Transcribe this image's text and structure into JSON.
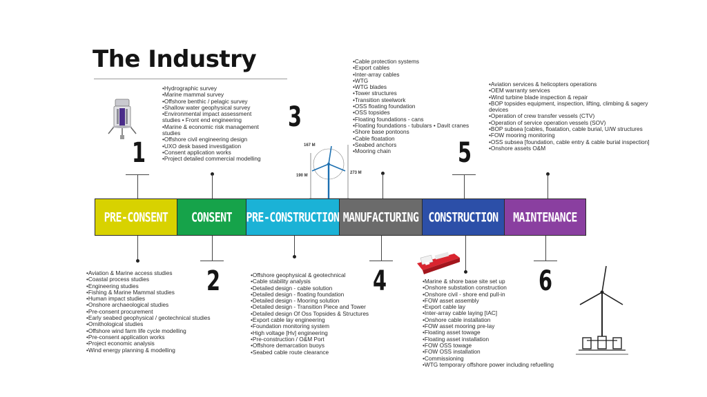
{
  "title": "The Industry",
  "colors": {
    "pre_consent": "#d8d200",
    "consent": "#16a34a",
    "pre_construction": "#1bb2d6",
    "manufacturing": "#6b6b6b",
    "construction": "#2c4fa8",
    "maintenance": "#8a3fa0"
  },
  "stages": [
    {
      "label": "PRE-CONSENT",
      "number": "1"
    },
    {
      "label": "CONSENT",
      "number": "2"
    },
    {
      "label": "PRE-CONSTRUCTION",
      "number": "3"
    },
    {
      "label": "MANUFACTURING",
      "number": "4"
    },
    {
      "label": "CONSTRUCTION",
      "number": "5"
    },
    {
      "label": "MAINTENANCE",
      "number": "6"
    }
  ],
  "turbine_dims": {
    "hub": "167 M",
    "tower": "190 M",
    "tip": "273 M"
  },
  "lists": {
    "consent": [
      "Hydrographic survey",
      "Marine mammal survey",
      "Offshore benthic / pelagic survey",
      "Shallow water geophysical survey",
      "Environmental impact assessment",
      "studies • Front end engineering",
      "Marine & economic risk management",
      "studies",
      "Offshore civil engineering design",
      "UXO desk based investigation",
      "Consent application works",
      "Project detailed commercial modelling"
    ],
    "pre_consent": [
      "Aviation & Marine access studies",
      "Coastal process studies",
      "Engineering studies",
      "Fishing & Marine Mammal studies",
      "Human impact studies",
      "Onshore archaeological studies",
      "Pre-consent procurement",
      "Early seabed geophysical / geotechnical studies",
      "Ornithological studies",
      "Offshore wind farm life cycle modelling",
      "Pre-consent application works",
      "Project economic analysis",
      "Wind energy planning & modelling"
    ],
    "pre_construction": [
      "Offshore geophysical & geotechnical",
      "Cable stability analysis",
      "Detailed design - cable solution",
      "Detailed design - floating foundation",
      "Detailed design - Mooring solution",
      "Detailed design - Transition Piece and Tower",
      "Detailed design Of Oss Topsides & Structures",
      "Export cable lay engineering",
      "Foundation monitoring system",
      "High voltage [Hv] engineering",
      "Pre-construction / O&M Port",
      "Offshore demarcation buoys",
      "Seabed cable route clearance"
    ],
    "manufacturing": [
      "Cable protection systems",
      "Export cables",
      "Inter-array cables",
      "WTG",
      "WTG blades",
      "Tower structures",
      "Transition steelwork",
      "OSS floating foundation",
      "OSS topsides",
      "Floating foundations - cans",
      "Floating foundations - tubulars • Davit cranes",
      "Shore base pontoons",
      "Cable floatation",
      "Seabed anchors",
      "Mooring chain"
    ],
    "maintenance": [
      "Aviation services & helicopters operations",
      "OEM warranty services",
      "Wind turbine blade inspection & repair",
      "BOP topsides equipment, inspection, lifting, climbing & sagery",
      "devices",
      "Operation of crew transfer vessels (CTV)",
      "Operation of service operation vessels (SOV)",
      "BOP subsea [cables, floatation, cable burial, U/W structures",
      "FOW mooring monitoring",
      "OSS subsea [foundation, cable entry & cable burial inspection]",
      "Onshore assets O&M"
    ],
    "construction": [
      "Marine & shore base site set up",
      "Onshore substation construction",
      "Onshore civil - shore end pull-in",
      "FOW asset assembly",
      "Export cable lay",
      "Inter-array cable laying [IAC]",
      "Onshore cable installation",
      "FOW asset mooring pre-lay",
      "Floating asset towage",
      "Floating asset installation",
      "FOW OSS towage",
      "FOW OSS installation",
      "Commissioning",
      "WTG temporary offshore power including refuelling"
    ]
  }
}
